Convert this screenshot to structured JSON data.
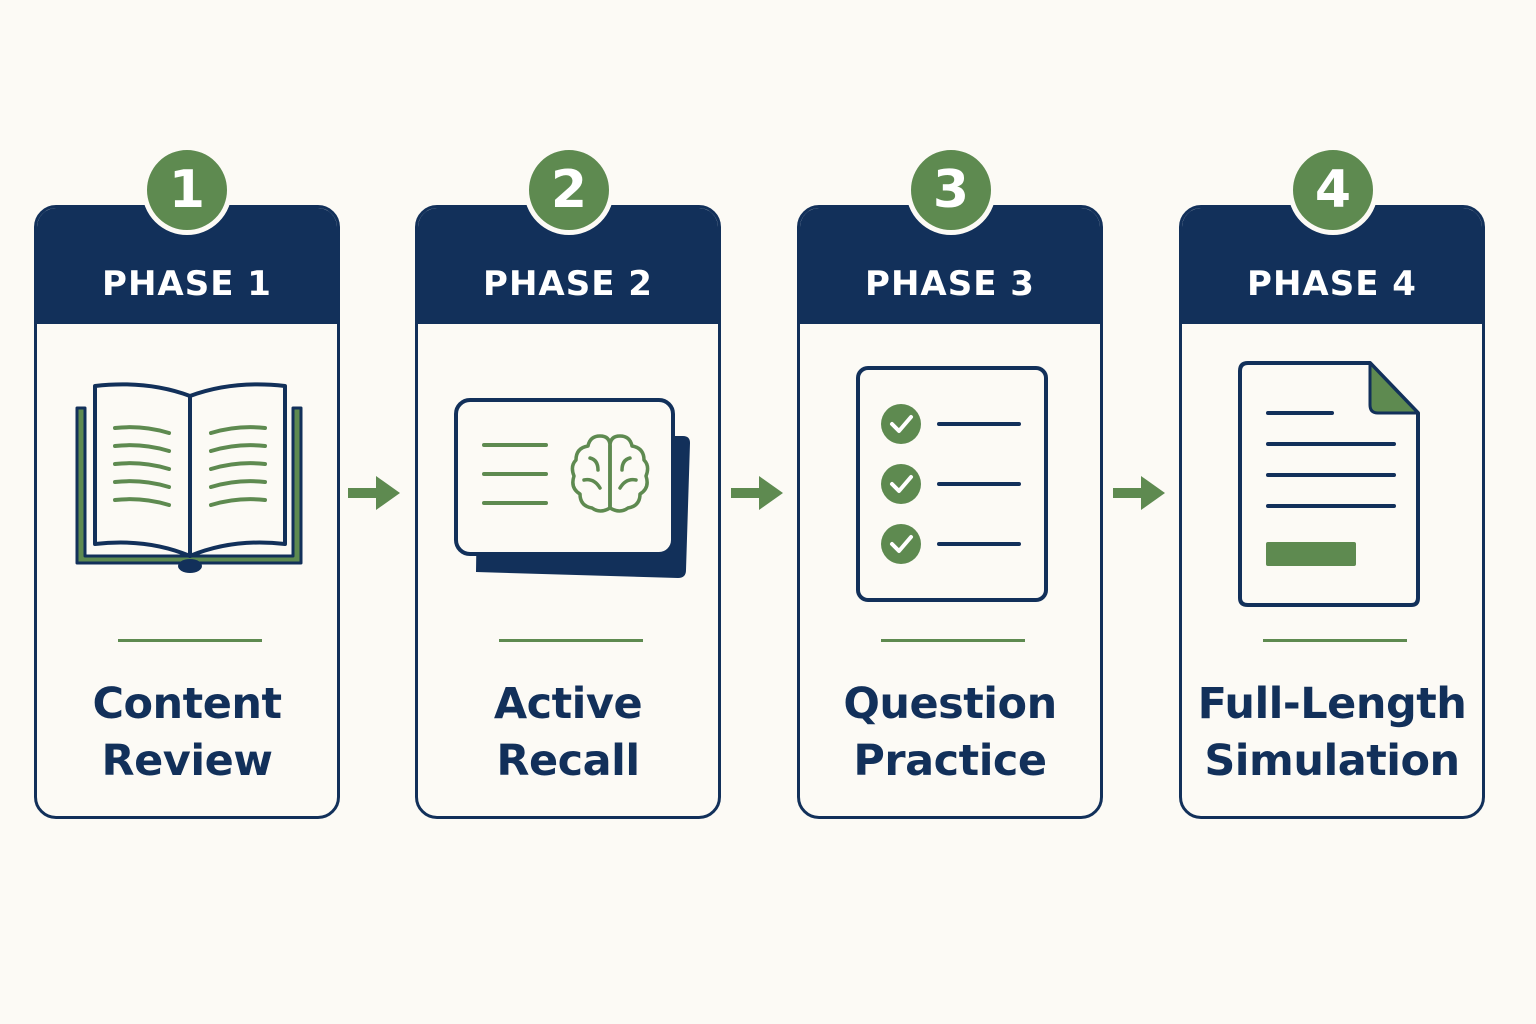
{
  "phases": [
    {
      "number": "1",
      "label": "PHASE 1",
      "title_line1": "Content",
      "title_line2": "Review",
      "icon": "open-book-icon"
    },
    {
      "number": "2",
      "label": "PHASE 2",
      "title_line1": "Active",
      "title_line2": "Recall",
      "icon": "flashcard-brain-icon"
    },
    {
      "number": "3",
      "label": "PHASE 3",
      "title_line1": "Question",
      "title_line2": "Practice",
      "icon": "checklist-icon"
    },
    {
      "number": "4",
      "label": "PHASE 4",
      "title_line1": "Full-Length",
      "title_line2": "Simulation",
      "icon": "document-icon"
    }
  ],
  "colors": {
    "navy": "#12305a",
    "green": "#5e8a50",
    "background": "#fcfaf5"
  }
}
